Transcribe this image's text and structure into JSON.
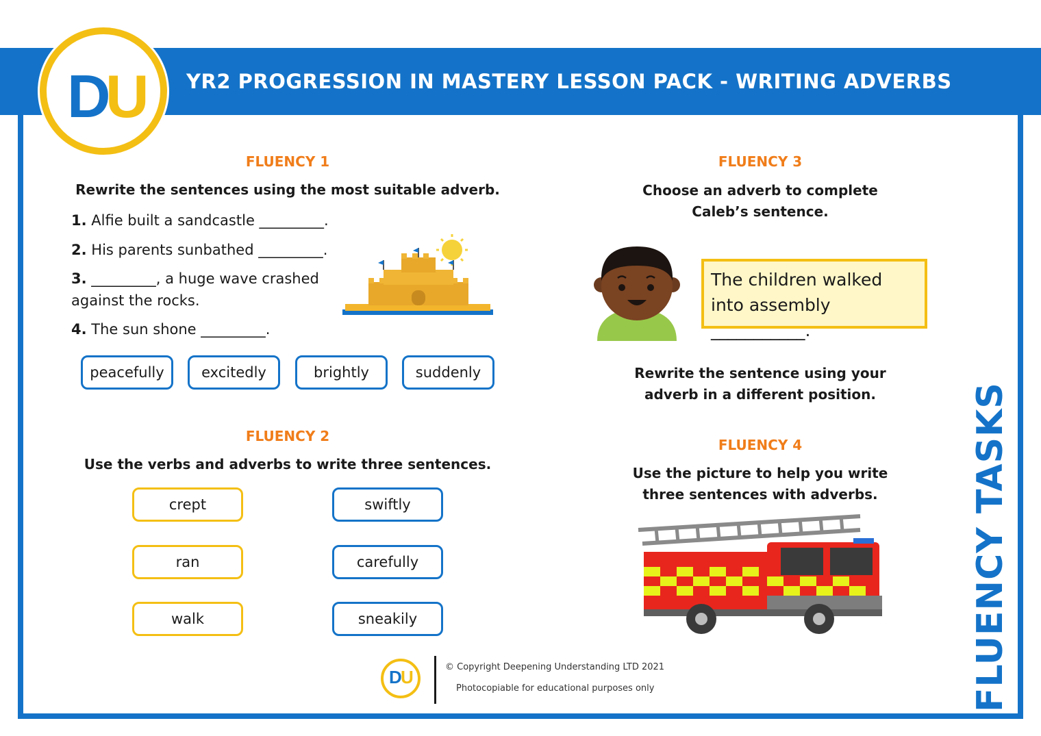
{
  "header": {
    "title": "YR2 PROGRESSION IN MASTERY LESSON PACK - WRITING ADVERBS"
  },
  "logo": {
    "d": "D",
    "u": "U"
  },
  "fluency1": {
    "heading": "FLUENCY 1",
    "instruction": "Rewrite the sentences using the most suitable adverb.",
    "questions": [
      {
        "num": "1.",
        "text": "Alfie built a sandcastle _________."
      },
      {
        "num": "2.",
        "text": "His parents sunbathed _________."
      },
      {
        "num": "3.",
        "text": "_________, a huge wave crashed against the rocks."
      },
      {
        "num": "4.",
        "text": "The sun shone _________."
      }
    ],
    "words": [
      "peacefully",
      "excitedly",
      "brightly",
      "suddenly"
    ]
  },
  "fluency2": {
    "heading": "FLUENCY 2",
    "instruction": "Use the verbs and adverbs to write three sentences.",
    "verbs": [
      "crept",
      "ran",
      "walk"
    ],
    "adverbs": [
      "swiftly",
      "carefully",
      "sneakily"
    ]
  },
  "fluency3": {
    "heading": "FLUENCY 3",
    "instruction": "Choose an adverb to complete Caleb’s sentence.",
    "speech": "The children walked into assembly ___________.",
    "instruction2": "Rewrite the sentence using your adverb in a different position."
  },
  "fluency4": {
    "heading": "FLUENCY 4",
    "instruction": "Use the picture to help you write three sentences with adverbs."
  },
  "side": {
    "title": "FLUENCY TASKS"
  },
  "footer": {
    "copyright": "© Copyright Deepening Understanding LTD 2021",
    "photocopy": "Photocopiable for educational purposes only"
  },
  "colors": {
    "blue": "#1473c8",
    "yellow": "#f4bf14",
    "orange": "#f07d1a"
  }
}
